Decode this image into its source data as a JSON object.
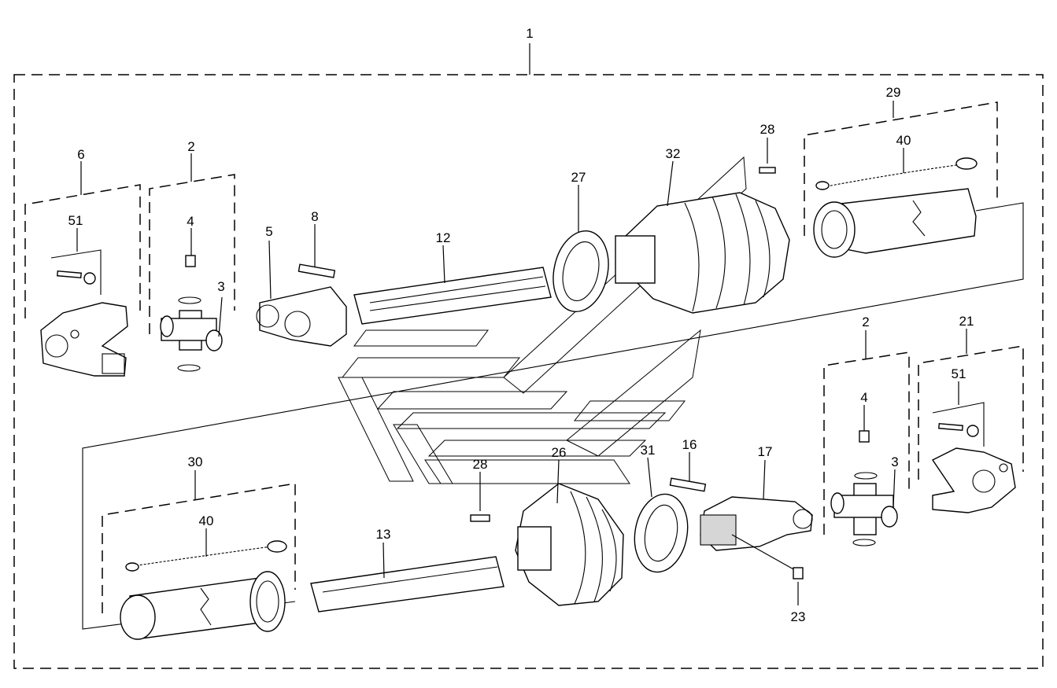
{
  "callouts": {
    "c1": "1",
    "c2_left": "2",
    "c2_right": "2",
    "c3_left": "3",
    "c3_right": "3",
    "c4_left": "4",
    "c4_right": "4",
    "c5": "5",
    "c6": "6",
    "c8": "8",
    "c12": "12",
    "c13": "13",
    "c16": "16",
    "c17": "17",
    "c21": "21",
    "c23": "23",
    "c26": "26",
    "c27": "27",
    "c28_top": "28",
    "c28_bottom": "28",
    "c29": "29",
    "c30": "30",
    "c31": "31",
    "c32": "32",
    "c40_top": "40",
    "c40_bottom": "40",
    "c51_left": "51",
    "c51_right": "51"
  }
}
